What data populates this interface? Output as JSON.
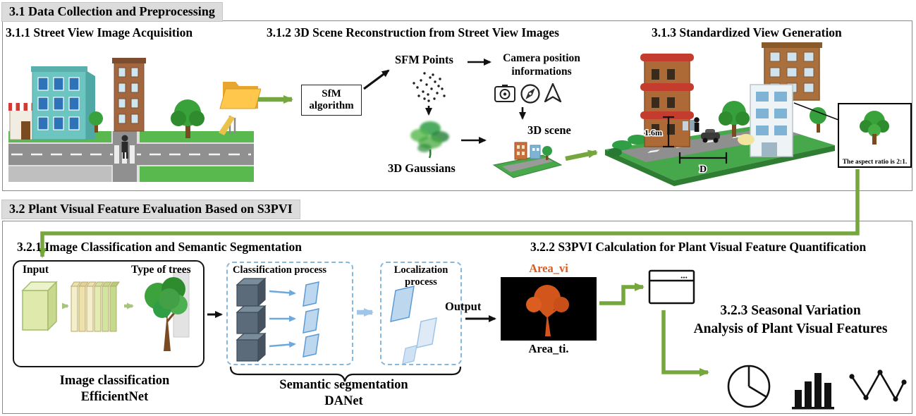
{
  "s31": {
    "header": "3.1 Data Collection and Preprocessing",
    "t311": "3.1.1 Street View Image Acquisition",
    "t312": "3.1.2 3D Scene Reconstruction from Street View Images",
    "t313": "3.1.3 Standardized View Generation",
    "sfm_line1": "SfM",
    "sfm_line2": "algorithm",
    "sfm_points": "SFM Points",
    "campos_line1": "Camera position",
    "campos_line2": "informations",
    "scene3d": "3D scene",
    "gaussians": "3D Gaussians",
    "height_label": "1.6m",
    "distance_label": "D",
    "aspect_caption": "The aspect ratio is 2:1."
  },
  "s32": {
    "header": "3.2 Plant Visual Feature Evaluation Based on S3PVI",
    "t321": "3.2.1 Image Classification and Semantic Segmentation",
    "t322": "3.2.2 S3PVI Calculation for Plant Visual Feature Quantification",
    "t323_line1": "3.2.3 Seasonal Variation",
    "t323_line2": "Analysis of Plant Visual Features",
    "input": "Input",
    "type_of_trees": "Type of trees",
    "imgclass_line1": "Image classification",
    "imgclass_line2": "EfficientNet",
    "class_process": "Classification process",
    "local_line1": "Localization",
    "local_line2": "process",
    "semseg_line1": "Semantic segmentation",
    "semseg_line2": "DANet",
    "output": "Output",
    "area_vi": "Area_vi",
    "area_ti": "Area_ti.",
    "browser_dots": "..."
  },
  "icons": {
    "folder": "folder-icon",
    "camera": "camera-icon",
    "compass": "compass-icon",
    "navigation": "navigation-arrow-icon",
    "browser_window": "browser-window-icon",
    "pie_chart": "pie-chart-icon",
    "bar_chart": "bar-chart-icon",
    "line_chart": "line-chart-icon"
  },
  "colors": {
    "arrow_green": "#76A73F",
    "header_bg": "#DCDCDC",
    "area_vi_text": "#DD5A1E",
    "dashed_box_blue": "#85B8DC",
    "blue_arrow": "#9FC5E8",
    "mask_background": "#000000",
    "mask_tree_orange": "#D2551C"
  }
}
